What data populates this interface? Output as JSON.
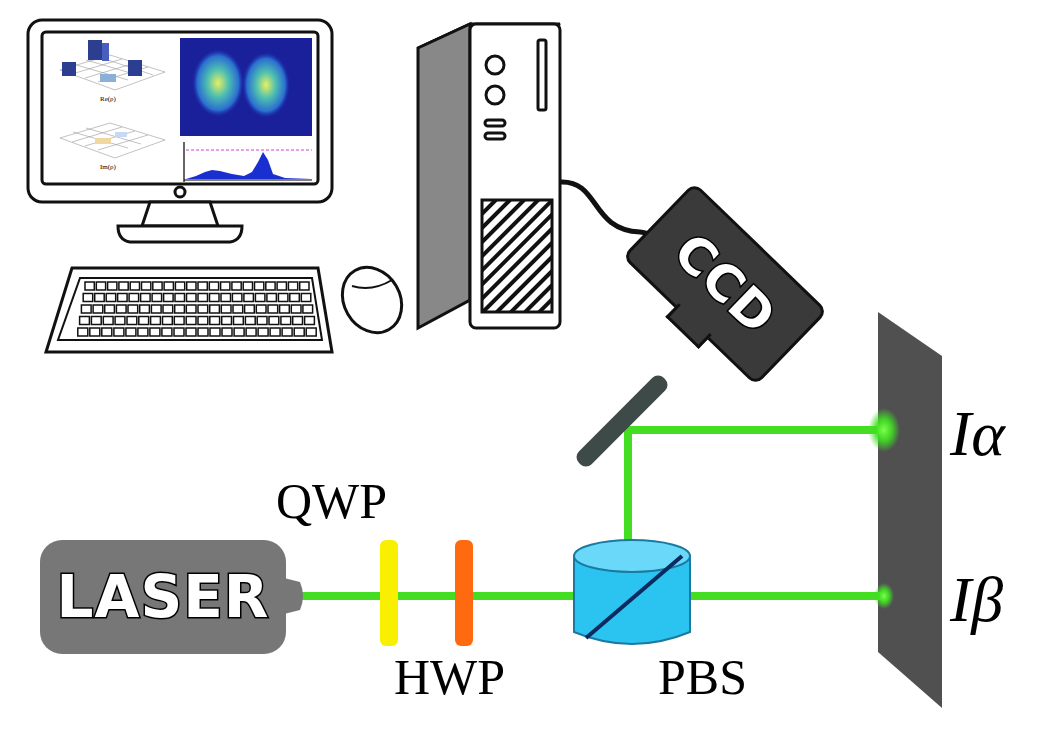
{
  "diagram": {
    "nodes": [
      {
        "text": [
          "LASER"
        ]
      },
      {
        "text": [
          "CCD"
        ]
      }
    ],
    "labels": [
      "QWP",
      "HWP",
      "PBS",
      "Iα",
      "Iβ",
      "Re(ρ)",
      "Im(ρ)"
    ]
  }
}
